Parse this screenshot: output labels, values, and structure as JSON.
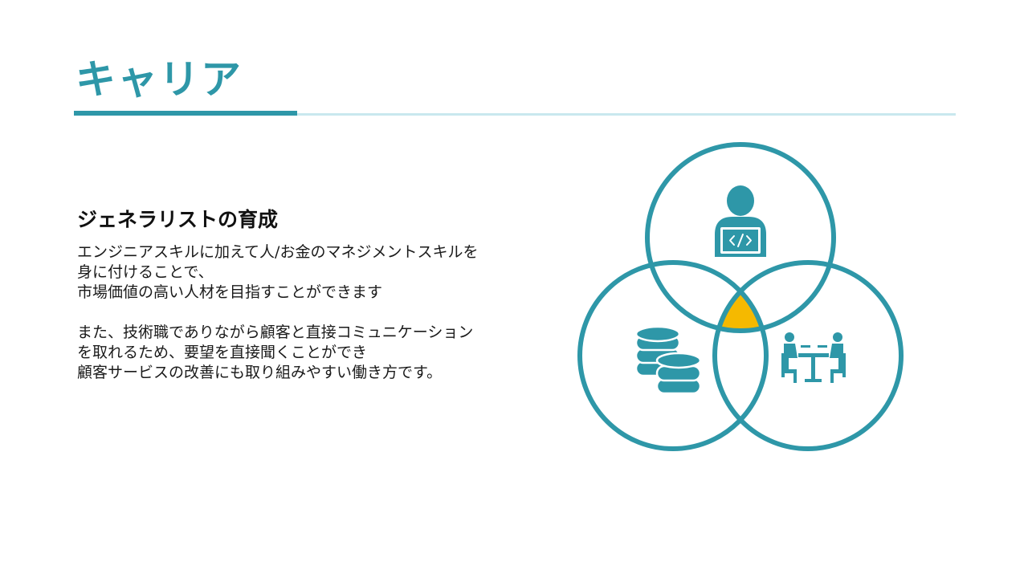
{
  "slide": {
    "title": "キャリア",
    "accent_color": "#2e97a8",
    "highlight_color": "#f5b900",
    "rule_light_color": "#c9e8ee"
  },
  "content": {
    "heading": "ジェネラリストの育成",
    "paragraphs": [
      {
        "lines": [
          "エンジニアスキルに加えて人/お金のマネジメントスキルを",
          "身に付けることで、",
          "市場価値の高い人材を目指すことができます"
        ]
      },
      {
        "lines": [
          "また、技術職でありながら顧客と直接コミュニケーション",
          "を取れるため、要望を直接聞くことができ",
          "顧客サービスの改善にも取り組みやすい働き方です。"
        ]
      }
    ]
  },
  "venn_diagram": {
    "circles": [
      {
        "position": "top",
        "icon": "engineer-laptop-icon"
      },
      {
        "position": "bottom-left",
        "icon": "coins-stack-icon"
      },
      {
        "position": "bottom-right",
        "icon": "meeting-table-icon"
      }
    ],
    "center_highlight": "intersection-of-all-three"
  }
}
